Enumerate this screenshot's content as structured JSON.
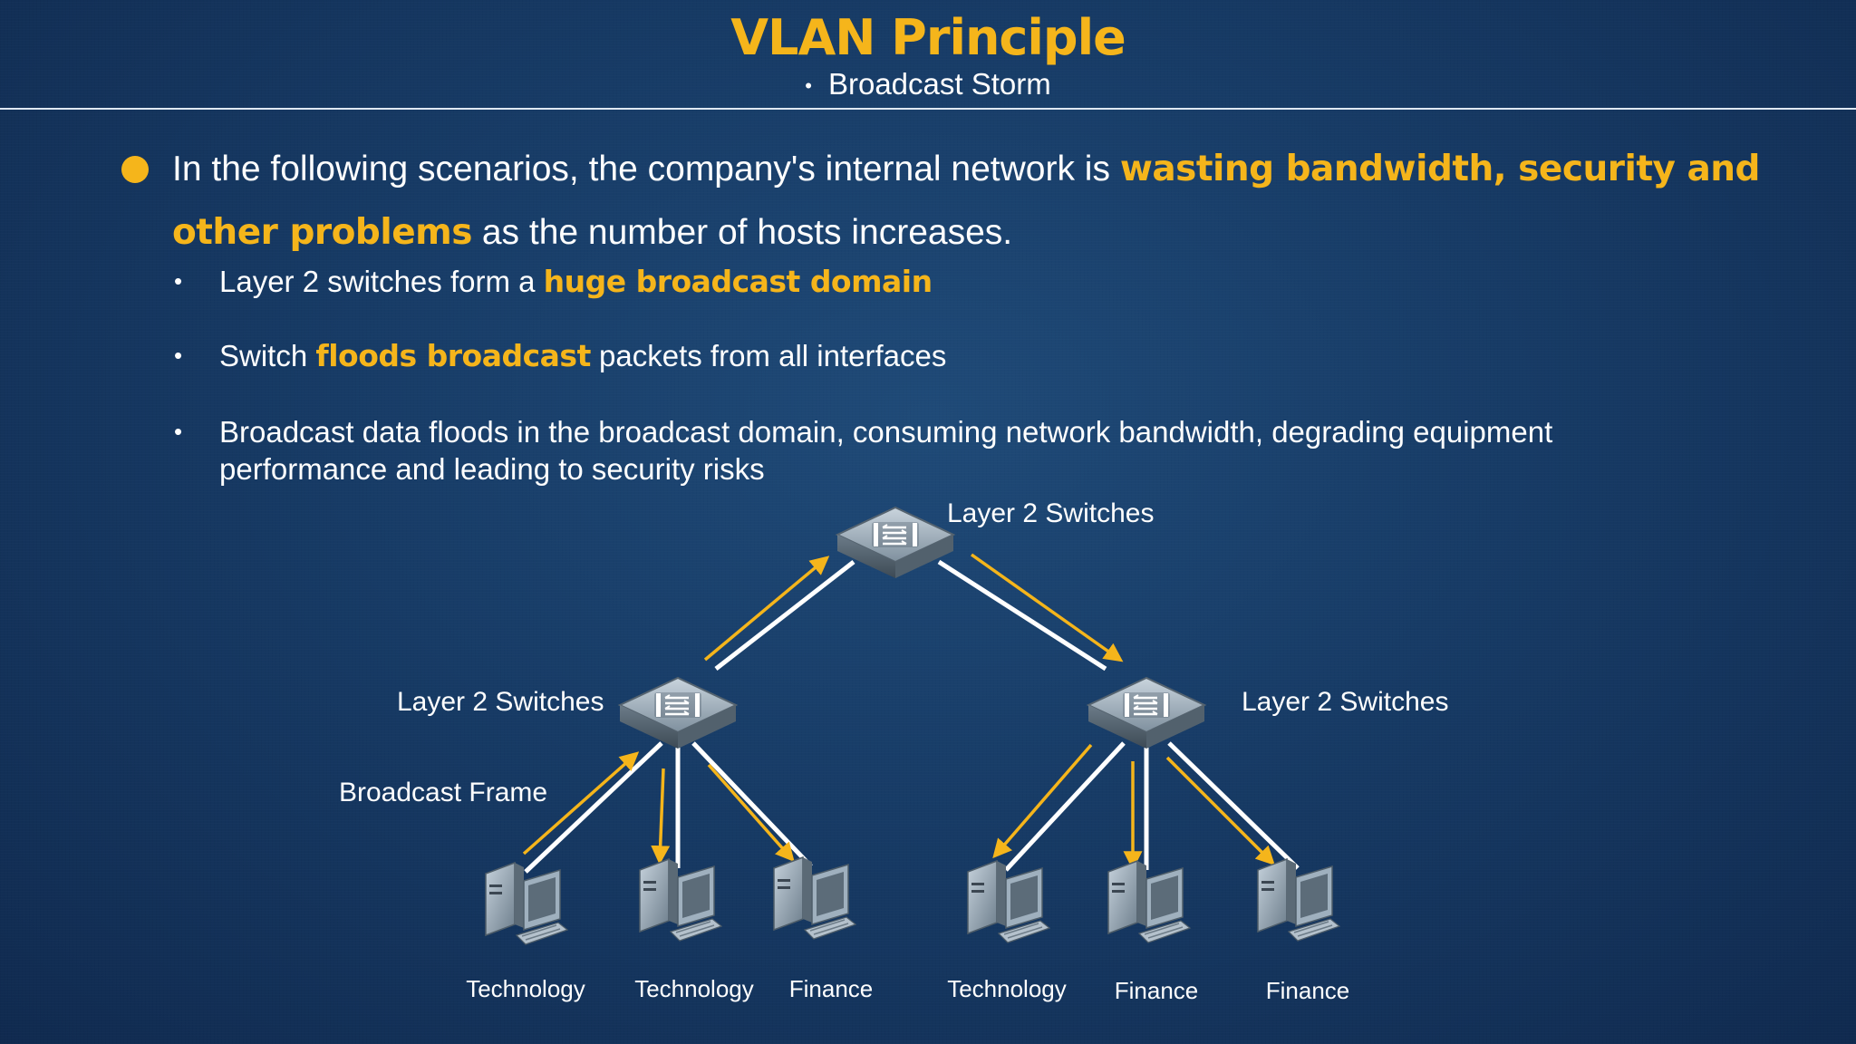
{
  "header": {
    "title": "VLAN Principle",
    "subtitle_bullet": "•",
    "subtitle": "Broadcast Storm"
  },
  "lead": {
    "part1": "In the following scenarios, the company's internal network is ",
    "highlight": "wasting bandwidth, security and other problems",
    "part2": " as the number of hosts increases."
  },
  "bullets": [
    {
      "pre": "Layer 2 switches form a ",
      "highlight": "huge broadcast domain",
      "post": ""
    },
    {
      "pre": "Switch ",
      "highlight": "floods broadcast",
      "post": " packets from all interfaces"
    },
    {
      "pre": "Broadcast data floods in the broadcast domain, consuming network bandwidth, degrading equipment performance and leading to security risks",
      "highlight": "",
      "post": ""
    }
  ],
  "diagram": {
    "switch_top_label": "Layer 2 Switches",
    "switch_left_label": "Layer 2 Switches",
    "switch_right_label": "Layer 2 Switches",
    "broadcast_label": "Broadcast Frame",
    "hosts": [
      "Technology",
      "Technology",
      "Finance",
      "Technology",
      "Finance",
      "Finance"
    ]
  },
  "colors": {
    "accent": "#f5b51b",
    "background": "#173a63",
    "link": "#ffffff"
  },
  "icons": [
    "switch-icon",
    "computer-icon",
    "arrow-icon"
  ]
}
